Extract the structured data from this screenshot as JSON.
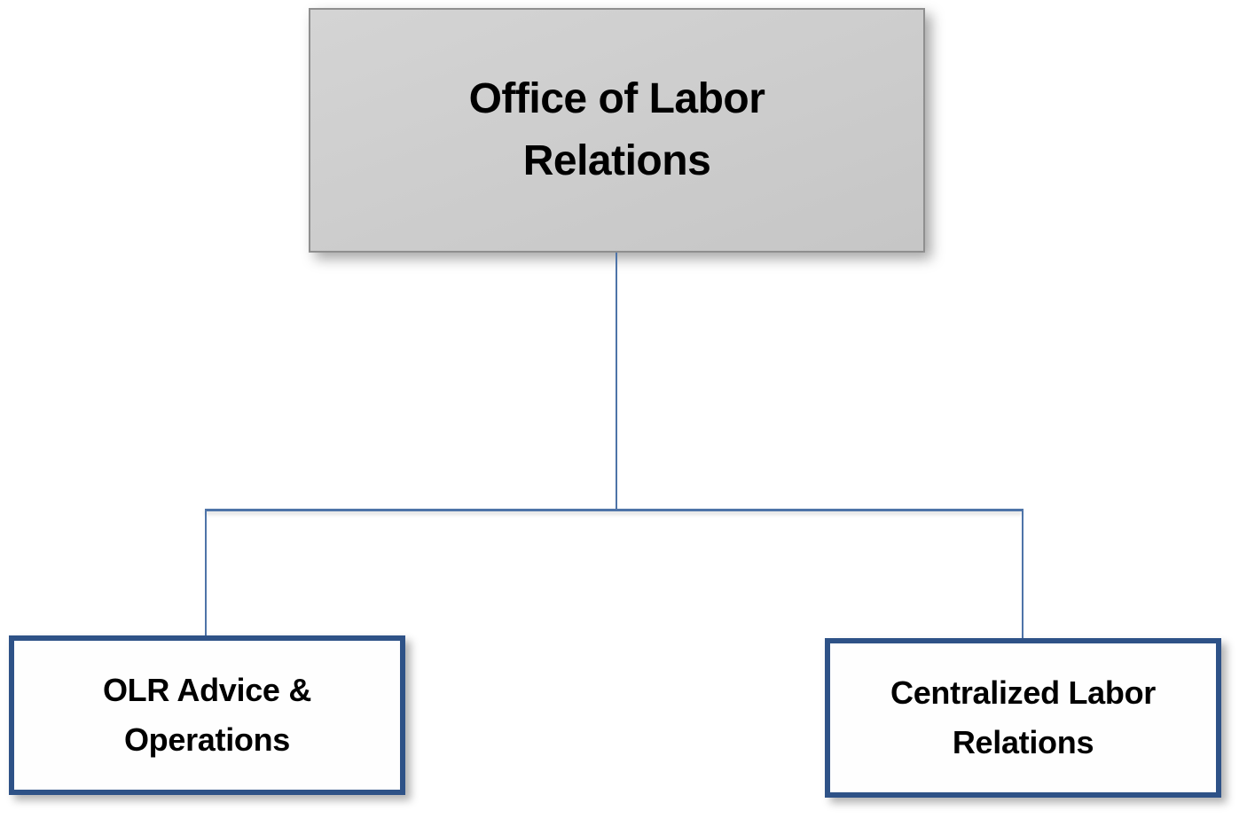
{
  "diagram": {
    "type": "org-chart",
    "root": {
      "label": "Office of Labor Relations"
    },
    "children": [
      {
        "label": "OLR Advice & Operations"
      },
      {
        "label": "Centralized Labor Relations"
      }
    ]
  },
  "colors": {
    "root_fill": "#c6c6c6",
    "root_fill_light": "#d4d4d4",
    "root_border": "#8f8f8f",
    "child_fill": "#fefefe",
    "child_border": "#2e5287",
    "connector": "#4e74a8",
    "text": "#000000"
  }
}
